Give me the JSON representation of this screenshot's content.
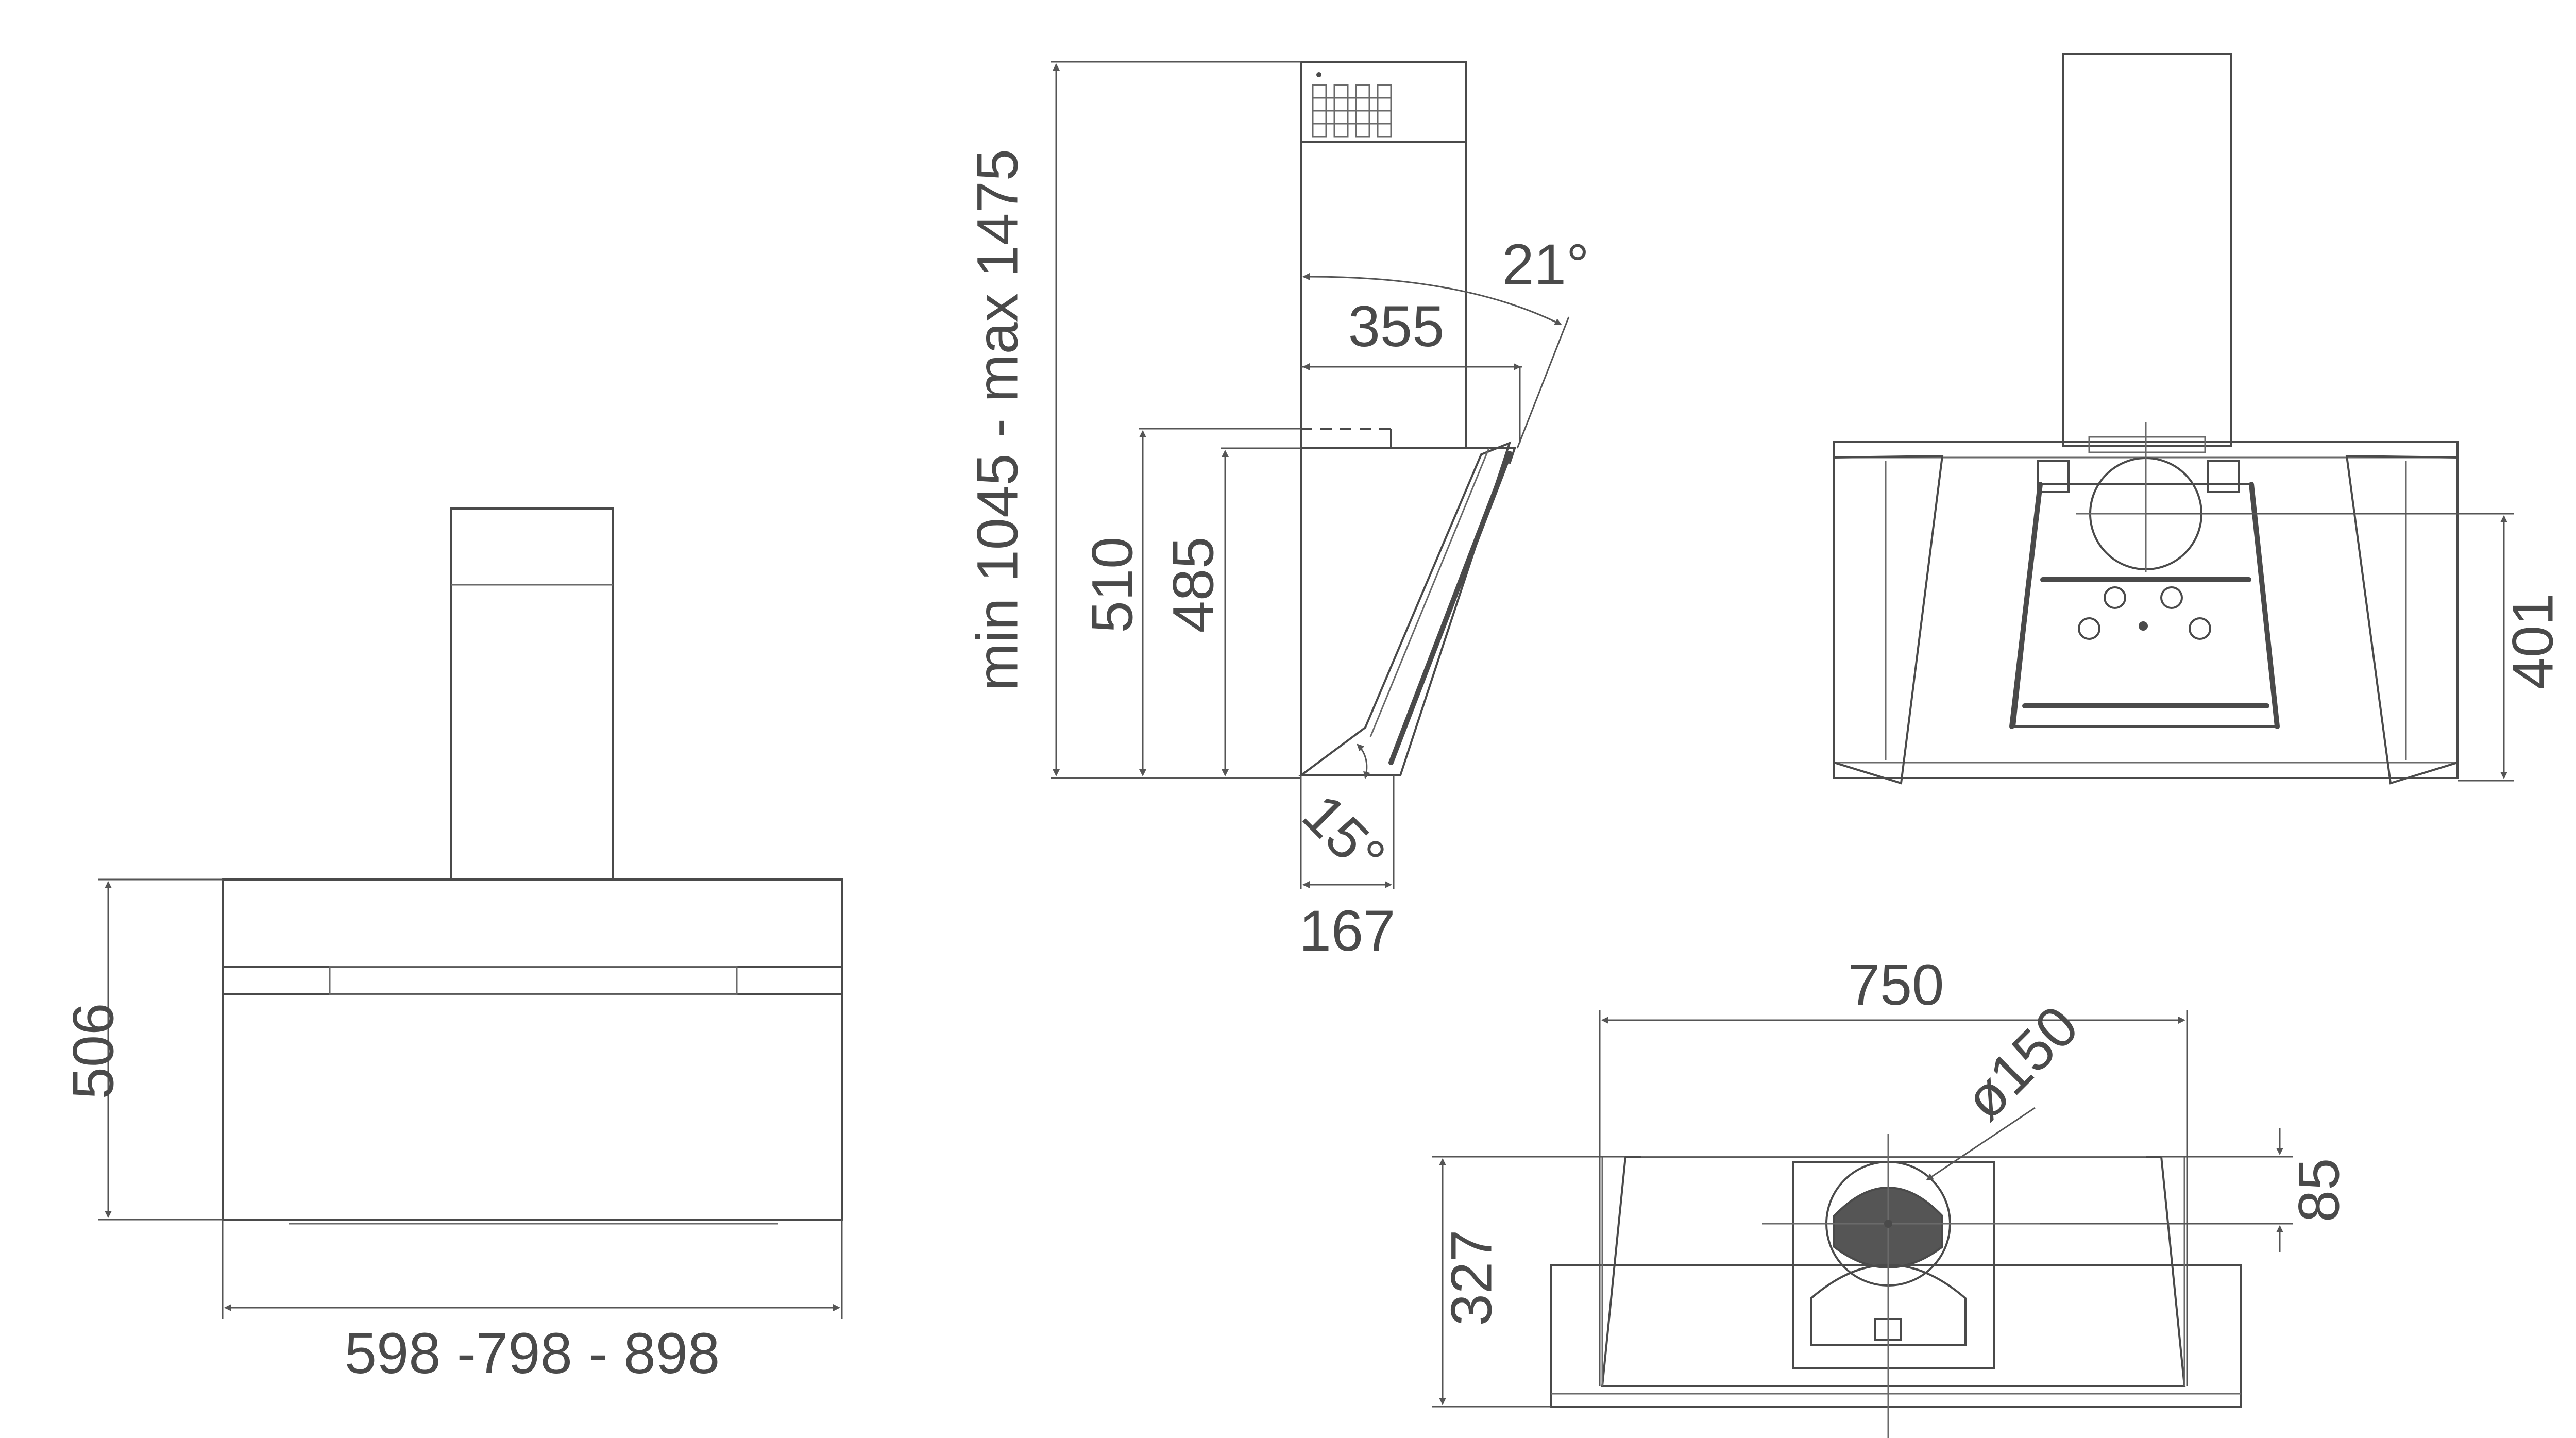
{
  "front_view": {
    "height_label": "506",
    "width_label": "598 -798 - 898"
  },
  "side_view": {
    "total_height_label": "min 1045 - max 1475",
    "height_510_label": "510",
    "height_485_label": "485",
    "depth_355_label": "355",
    "angle_21_label": "21°",
    "angle_15_label": "15°",
    "depth_167_label": "167"
  },
  "rear_view": {
    "height_401_label": "401"
  },
  "top_view": {
    "width_750_label": "750",
    "diameter_label": "ø150",
    "offset_85_label": "85",
    "depth_327_label": "327"
  },
  "colors": {
    "line": "#4a4a4a",
    "background": "#ffffff"
  }
}
